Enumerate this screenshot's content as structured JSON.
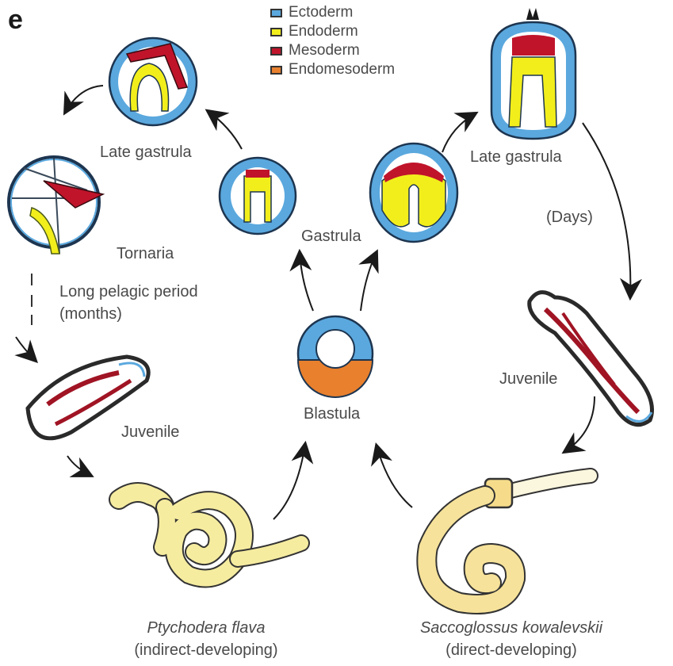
{
  "panel_letter": "e",
  "legend": [
    {
      "label": "Ectoderm",
      "color": "#5aa8de"
    },
    {
      "label": "Endoderm",
      "color": "#f2ee1c"
    },
    {
      "label": "Mesoderm",
      "color": "#c0142b"
    },
    {
      "label": "Endomesoderm",
      "color": "#e8802e"
    }
  ],
  "labels": {
    "late_gastrula_left": "Late gastrula",
    "late_gastrula_right": "Late gastrula",
    "gastrula": "Gastrula",
    "tornaria": "Tornaria",
    "long_pelagic_line1": "Long pelagic period",
    "long_pelagic_line2": "(months)",
    "days": "(Days)",
    "juvenile_left": "Juvenile",
    "juvenile_right": "Juvenile",
    "blastula": "Blastula",
    "species_left": "Ptychodera flava",
    "species_left_mode": "(indirect-developing)",
    "species_right": "Saccoglossus kowalevskii",
    "species_right_mode": "(direct-developing)"
  }
}
